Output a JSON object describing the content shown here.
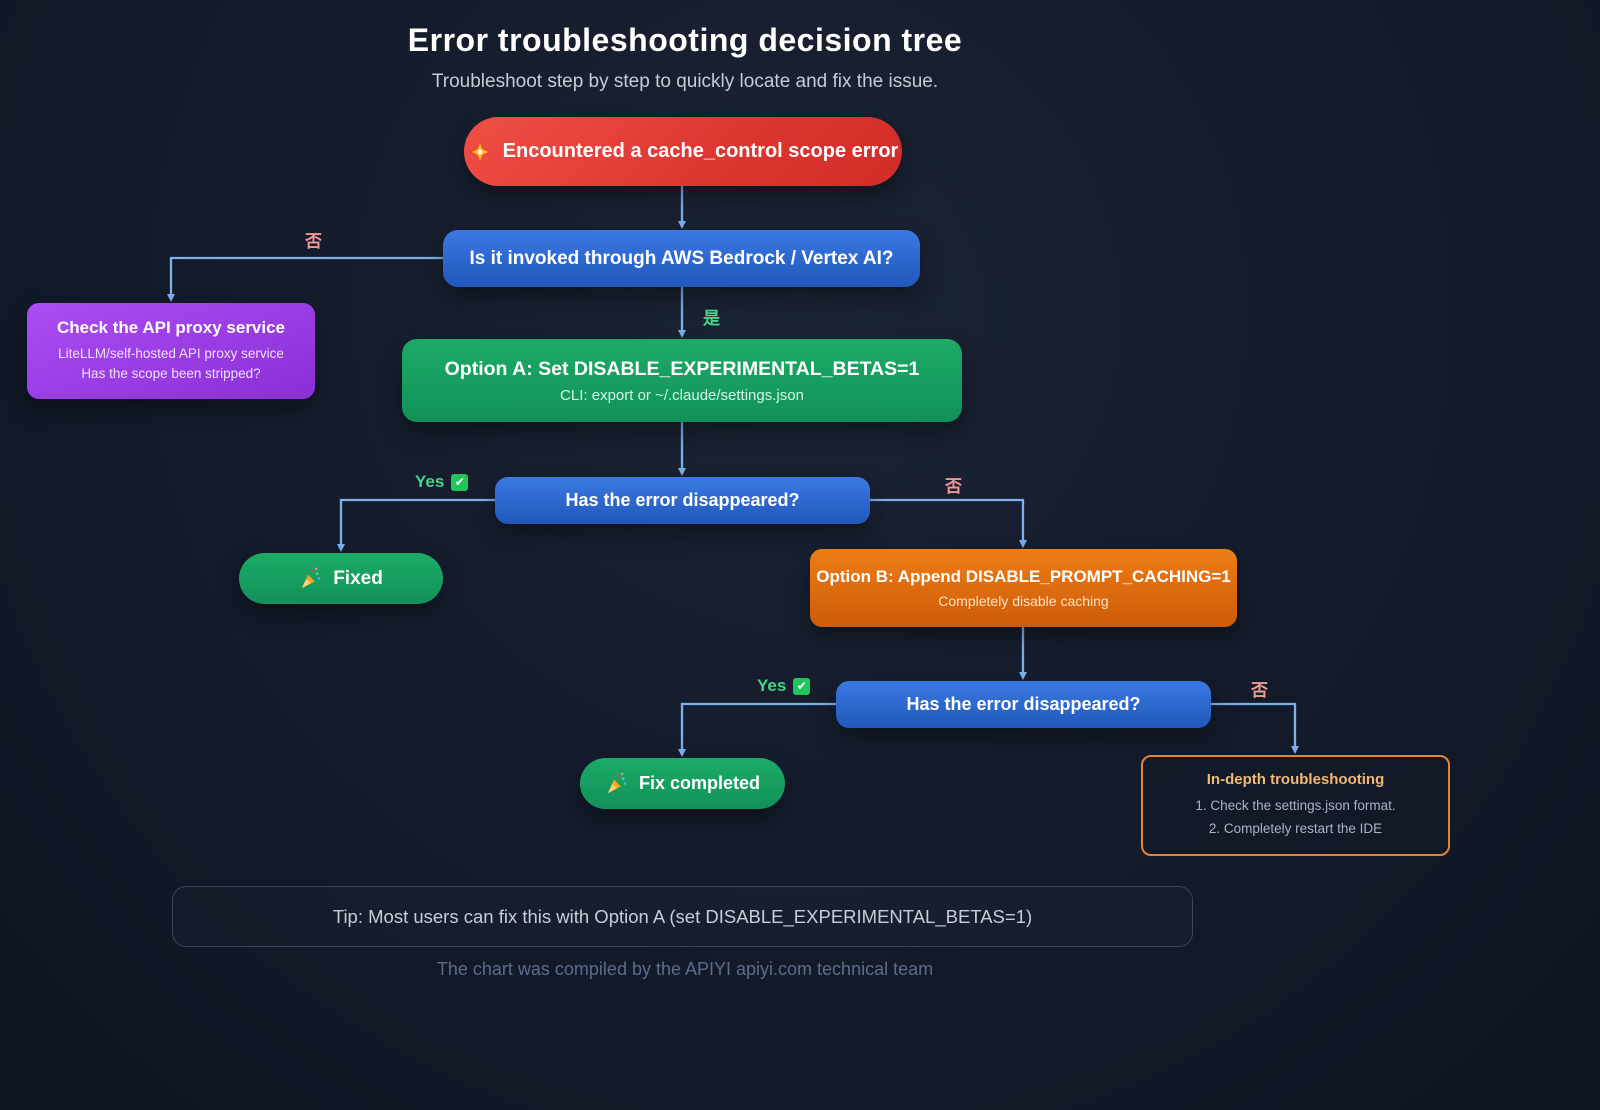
{
  "page": {
    "title": "Error troubleshooting decision tree",
    "subtitle": "Troubleshoot step by step to quickly locate and fix the issue.",
    "tip": "Tip: Most users can fix this with Option A (set DISABLE_EXPERIMENTAL_BETAS=1)",
    "footer": "The chart was compiled by the APIYI apiyi.com technical team"
  },
  "nodes": {
    "start": {
      "label": "Encountered a cache_control scope error",
      "icon": "💥"
    },
    "q_invoked": {
      "label": "Is it invoked through AWS Bedrock / Vertex AI?"
    },
    "proxy": {
      "title": "Check the API proxy service",
      "line1": "LiteLLM/self-hosted API proxy service",
      "line2": "Has the scope been stripped?"
    },
    "option_a": {
      "title": "Option A: Set DISABLE_EXPERIMENTAL_BETAS=1",
      "subtitle": "CLI: export or ~/.claude/settings.json"
    },
    "q_fixed1": {
      "label": "Has the error disappeared?"
    },
    "fixed": {
      "label": "Fixed",
      "icon": "🎉"
    },
    "option_b": {
      "title": "Option B: Append DISABLE_PROMPT_CACHING=1",
      "subtitle": "Completely disable caching"
    },
    "q_fixed2": {
      "label": "Has the error disappeared?"
    },
    "fix_completed": {
      "label": "Fix completed",
      "icon": "🎉"
    },
    "indepth": {
      "title": "In-depth troubleshooting",
      "line1": "1. Check the settings.json format.",
      "line2": "2. Completely restart the IDE"
    }
  },
  "edge_labels": {
    "no_to_proxy": "否",
    "yes_to_option_a": "是",
    "yes_fixed1": "Yes",
    "no_fixed1": "否",
    "yes_fixed2": "Yes",
    "no_fixed2": "否",
    "check_glyph": "✔"
  },
  "colors": {
    "background": "#131a2a",
    "connector": "#7fb0ea",
    "start_red": "#e2413a",
    "question_blue": "#2e6ad1",
    "proxy_purple": "#9a3ee8",
    "success_green": "#17a263",
    "option_orange": "#e0700f",
    "indepth_border": "#e8832f",
    "edge_no": "#f19a94",
    "edge_yes": "#49d488"
  }
}
